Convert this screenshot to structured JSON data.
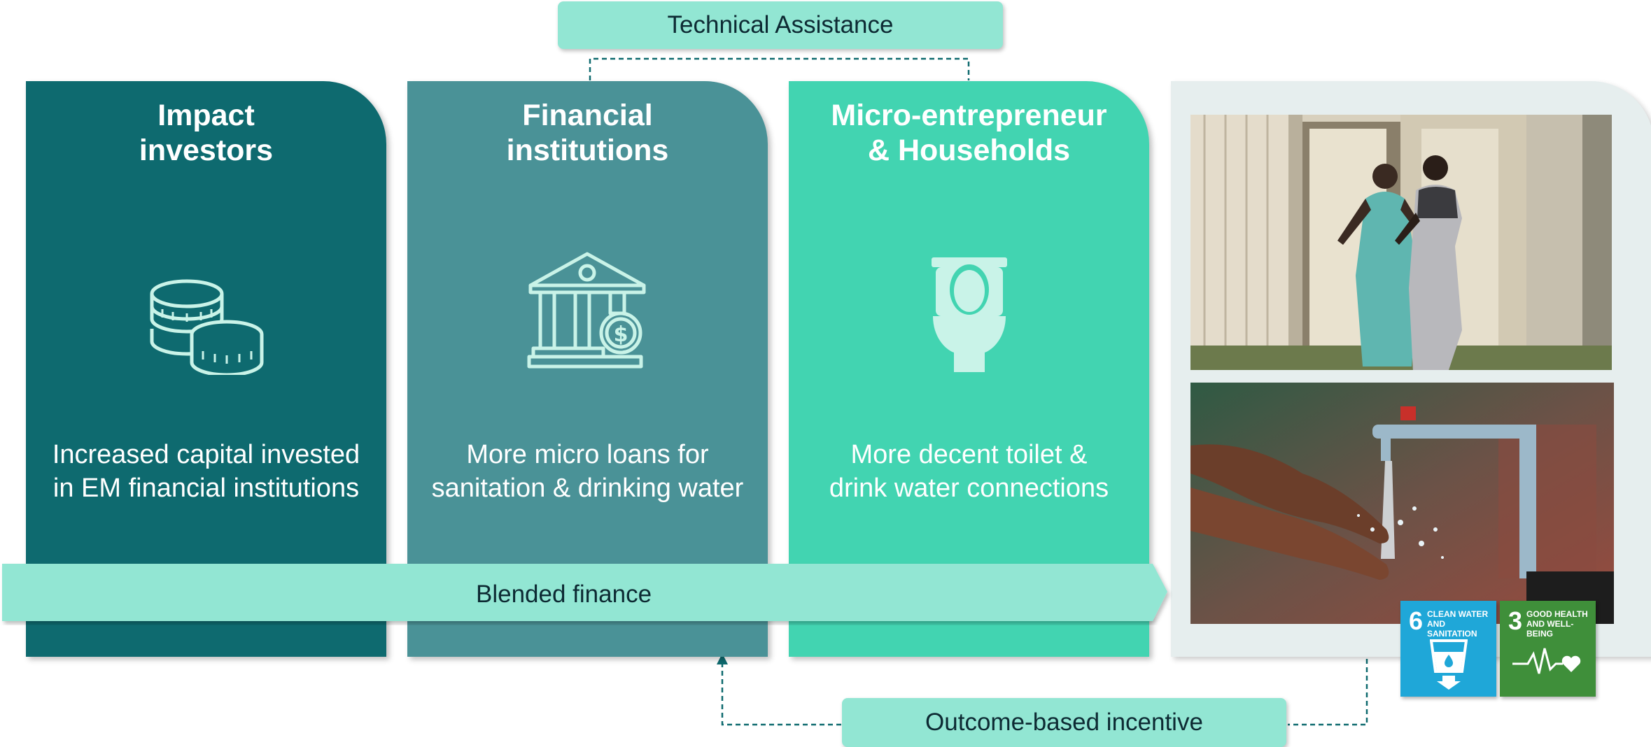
{
  "technical_assistance": "Technical Assistance",
  "outcome_incentive": "Outcome-based incentive",
  "blended_finance": "Blended finance",
  "cards": [
    {
      "title_line1": "Impact",
      "title_line2": "investors",
      "text_line1": "Increased capital invested",
      "text_line2": "in EM financial institutions",
      "color": "#0e6a6f",
      "icon": "coins-icon"
    },
    {
      "title_line1": "Financial",
      "title_line2": "institutions",
      "text_line1": "More micro loans for",
      "text_line2": "sanitation & drinking water",
      "color": "#4a9297",
      "icon": "bank-icon"
    },
    {
      "title_line1": "Micro-entrepreneur",
      "title_line2": "& Households",
      "text_line1": "More decent toilet &",
      "text_line2": "drink water connections",
      "color": "#42d4b1",
      "icon": "toilet-icon"
    }
  ],
  "photos": [
    {
      "icon": "outhouse-photo"
    },
    {
      "icon": "handwashing-photo"
    }
  ],
  "sdg": [
    {
      "number": "6",
      "title": "CLEAN WATER AND SANITATION",
      "color": "#1fa7d8",
      "icon": "water-glass-icon"
    },
    {
      "number": "3",
      "title": "GOOD HEALTH AND WELL-BEING",
      "color": "#3f8f3a",
      "icon": "heartbeat-icon"
    }
  ],
  "colors": {
    "pill": "#92e6d3",
    "connector": "#0e6a6f",
    "photo_panel": "#e6eeee"
  }
}
